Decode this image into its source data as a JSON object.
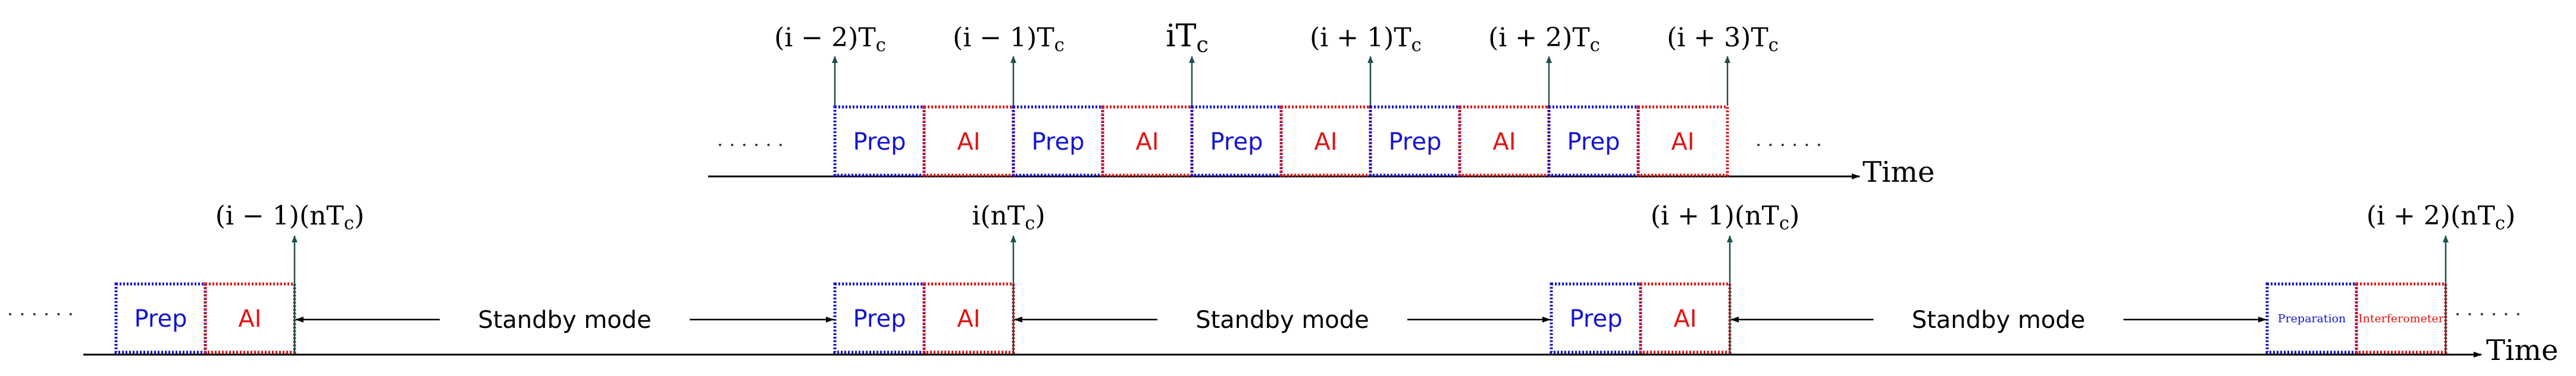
{
  "colors": {
    "prep": "#1414d2",
    "ai": "#e01414",
    "arrow": "#1f4f4f",
    "axis": "#000000"
  },
  "top_timeline": {
    "axis_label": "Time",
    "leading_dots": "· · · · · ·",
    "trailing_dots": "· · · · · ·",
    "ticks": [
      "(i − 2)T",
      "(i − 1)T",
      "iT",
      "(i + 1)T",
      "(i + 2)T",
      "(i + 3)T"
    ],
    "tick_subscript": "c",
    "blocks": [
      {
        "prep": "Prep",
        "ai": "AI"
      },
      {
        "prep": "Prep",
        "ai": "AI"
      },
      {
        "prep": "Prep",
        "ai": "AI"
      },
      {
        "prep": "Prep",
        "ai": "AI"
      },
      {
        "prep": "Prep",
        "ai": "AI"
      }
    ]
  },
  "bottom_timeline": {
    "axis_label": "Time",
    "leading_dots": "· · · · · ·",
    "trailing_dots": "· · · · · ·",
    "ticks": [
      "(i − 1)(nT",
      "i(nT",
      "(i + 1)(nT",
      "(i + 2)(nT"
    ],
    "tick_subscript": "c",
    "tick_close": ")",
    "standby_label": "Standby mode",
    "blocks": [
      {
        "prep": "Prep",
        "ai": "AI"
      },
      {
        "prep": "Prep",
        "ai": "AI"
      },
      {
        "prep": "Prep",
        "ai": "AI"
      },
      {
        "prep": "Preparation",
        "ai": "Interferometer"
      }
    ]
  }
}
